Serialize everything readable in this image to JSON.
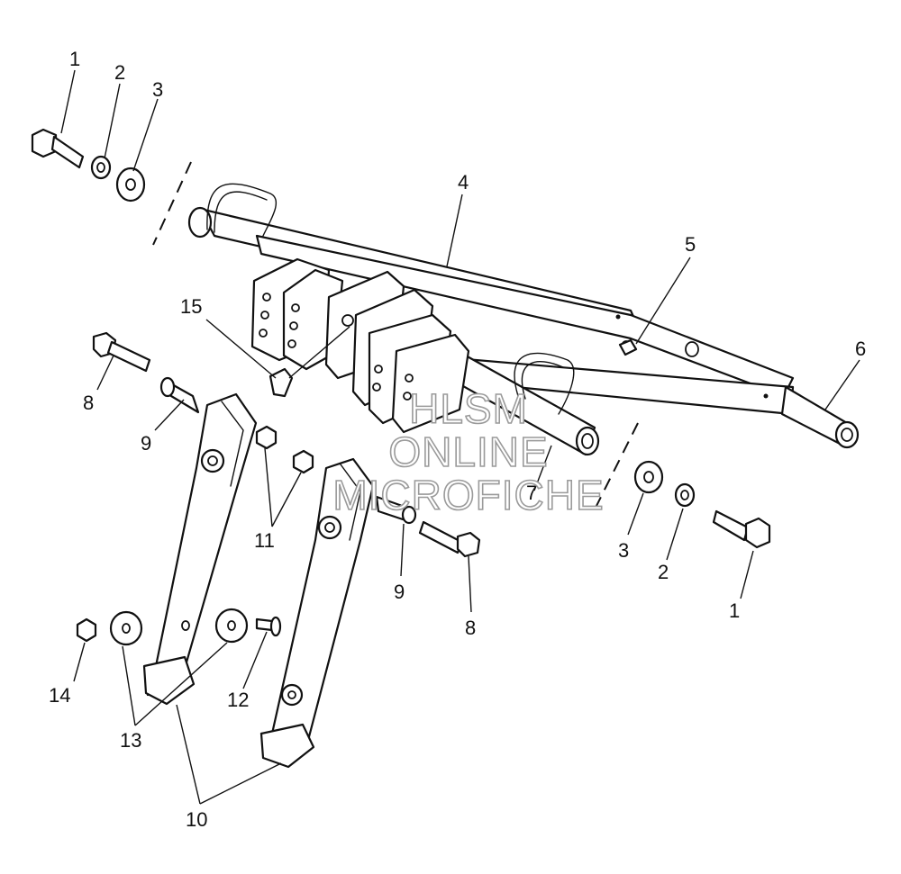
{
  "watermark": {
    "line1": "HLSM",
    "line2": "ONLINE",
    "line3": "MICROFICHE"
  },
  "callouts": [
    {
      "id": "c1a",
      "label": "1"
    },
    {
      "id": "c2a",
      "label": "2"
    },
    {
      "id": "c3a",
      "label": "3"
    },
    {
      "id": "c4",
      "label": "4"
    },
    {
      "id": "c5",
      "label": "5"
    },
    {
      "id": "c6",
      "label": "6"
    },
    {
      "id": "c7",
      "label": "7"
    },
    {
      "id": "c8a",
      "label": "8"
    },
    {
      "id": "c9a",
      "label": "9"
    },
    {
      "id": "c15",
      "label": "15"
    },
    {
      "id": "c11",
      "label": "11"
    },
    {
      "id": "c9b",
      "label": "9"
    },
    {
      "id": "c8b",
      "label": "8"
    },
    {
      "id": "c3b",
      "label": "3"
    },
    {
      "id": "c2b",
      "label": "2"
    },
    {
      "id": "c1b",
      "label": "1"
    },
    {
      "id": "c14",
      "label": "14"
    },
    {
      "id": "c12",
      "label": "12"
    },
    {
      "id": "c13",
      "label": "13"
    },
    {
      "id": "c10",
      "label": "10"
    }
  ]
}
